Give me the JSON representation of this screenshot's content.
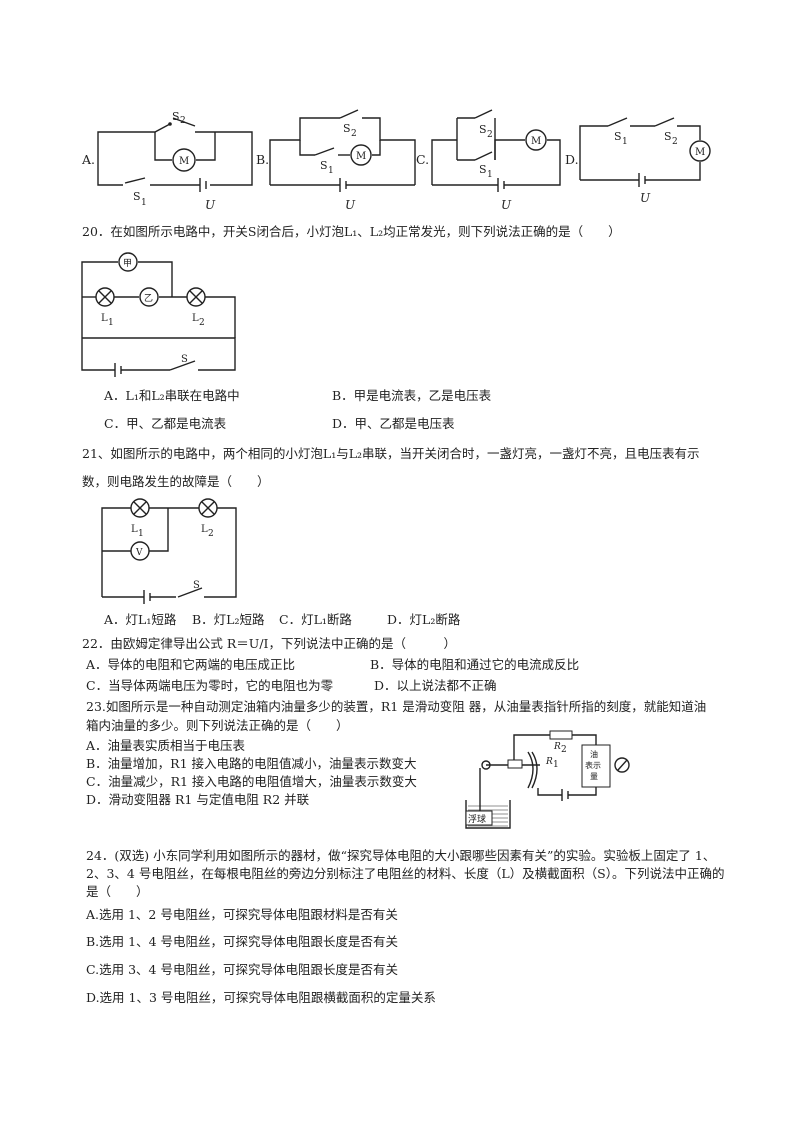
{
  "top_circuits": {
    "options": [
      {
        "letter": "A.",
        "s1": "S",
        "s1_sub": "1",
        "s2": "S",
        "s2_sub": "2",
        "motor": "M",
        "u": "U"
      },
      {
        "letter": "B.",
        "s1": "S",
        "s1_sub": "1",
        "s2": "S",
        "s2_sub": "2",
        "motor": "M",
        "u": "U"
      },
      {
        "letter": "C.",
        "s1": "S",
        "s1_sub": "1",
        "s2": "S",
        "s2_sub": "2",
        "motor": "M",
        "u": "U"
      },
      {
        "letter": "D.",
        "s1": "S",
        "s1_sub": "1",
        "s2": "S",
        "s2_sub": "2",
        "motor": "M",
        "u": "U"
      }
    ]
  },
  "q20": {
    "stem": "20．在如图所示电路中，开关S闭合后，小灯泡L₁、L₂均正常发光，则下列说法正确的是（　　）",
    "diagram": {
      "meter1": "甲",
      "meter2": "乙",
      "l1": "L",
      "l1_sub": "1",
      "l2": "L",
      "l2_sub": "2",
      "switch": "S"
    },
    "options": [
      "A．L₁和L₂串联在电路中",
      "B．甲是电流表，乙是电压表",
      "C．甲、乙都是电流表",
      "D．甲、乙都是电压表"
    ]
  },
  "q21": {
    "stem_line1": "21、如图所示的电路中，两个相同的小灯泡L₁与L₂串联，当开关闭合时，一盏灯亮，一盏灯不亮，且电压表有示",
    "stem_line2": "数，则电路发生的故障是（　　）",
    "diagram": {
      "l1": "L",
      "l1_sub": "1",
      "l2": "L",
      "l2_sub": "2",
      "voltmeter": "V",
      "switch": "S"
    },
    "options": [
      "A．灯L₁短路",
      "B．灯L₂短路",
      "C．灯L₁断路",
      "D．灯L₂断路"
    ]
  },
  "q22": {
    "stem": "22．由欧姆定律导出公式 R＝U/I，下列说法中正确的是（　　　）",
    "options": [
      "A．导体的电阻和它两端的电压成正比",
      "B．导体的电阻和通过它的电流成反比",
      "C．当导体两端电压为零时，它的电阻也为零",
      "D．以上说法都不正确"
    ]
  },
  "q23": {
    "stem_line1": "23.如图所示是一种自动测定油箱内油量多少的装置，R1 是滑动变阻 器，从油量表指针所指的刻度，就能知道油",
    "stem_line2": "箱内油量的多少。则下列说法正确的是（　　）",
    "options": [
      "A．油量表实质相当于电压表",
      "B．油量增加，R1 接入电路的电阻值减小，油量表示数变大",
      "C．油量减少，R1 接入电路的电阻值增大，油量表示数变大",
      "D．滑动变阻器 R1 与定值电阻 R2 并联"
    ],
    "diagram": {
      "r1": "R",
      "r1_sub": "1",
      "r2": "R",
      "r2_sub": "2",
      "float": "浮球",
      "gauge_line1": "油",
      "gauge_line2": "表示",
      "gauge_line3": "量"
    }
  },
  "q24": {
    "stem_line1": "24．(双选) 小东同学利用如图所示的器材，做“探究导体电阻的大小跟哪些因素有关”的实验。实验板上固定了 1、",
    "stem_line2": "2、3、4 号电阻丝，在每根电阻丝的旁边分别标注了电阻丝的材料、长度（L）及横截面积（S）。下列说法中正确的",
    "stem_line3": "是（　　）",
    "options": [
      "A.选用 1、2 号电阻丝，可探究导体电阻跟材料是否有关",
      "B.选用 1、4 号电阻丝，可探究导体电阻跟长度是否有关",
      "C.选用 3、4 号电阻丝，可探究导体电阻跟长度是否有关",
      "D.选用 1、3 号电阻丝，可探究导体电阻跟横截面积的定量关系"
    ]
  }
}
